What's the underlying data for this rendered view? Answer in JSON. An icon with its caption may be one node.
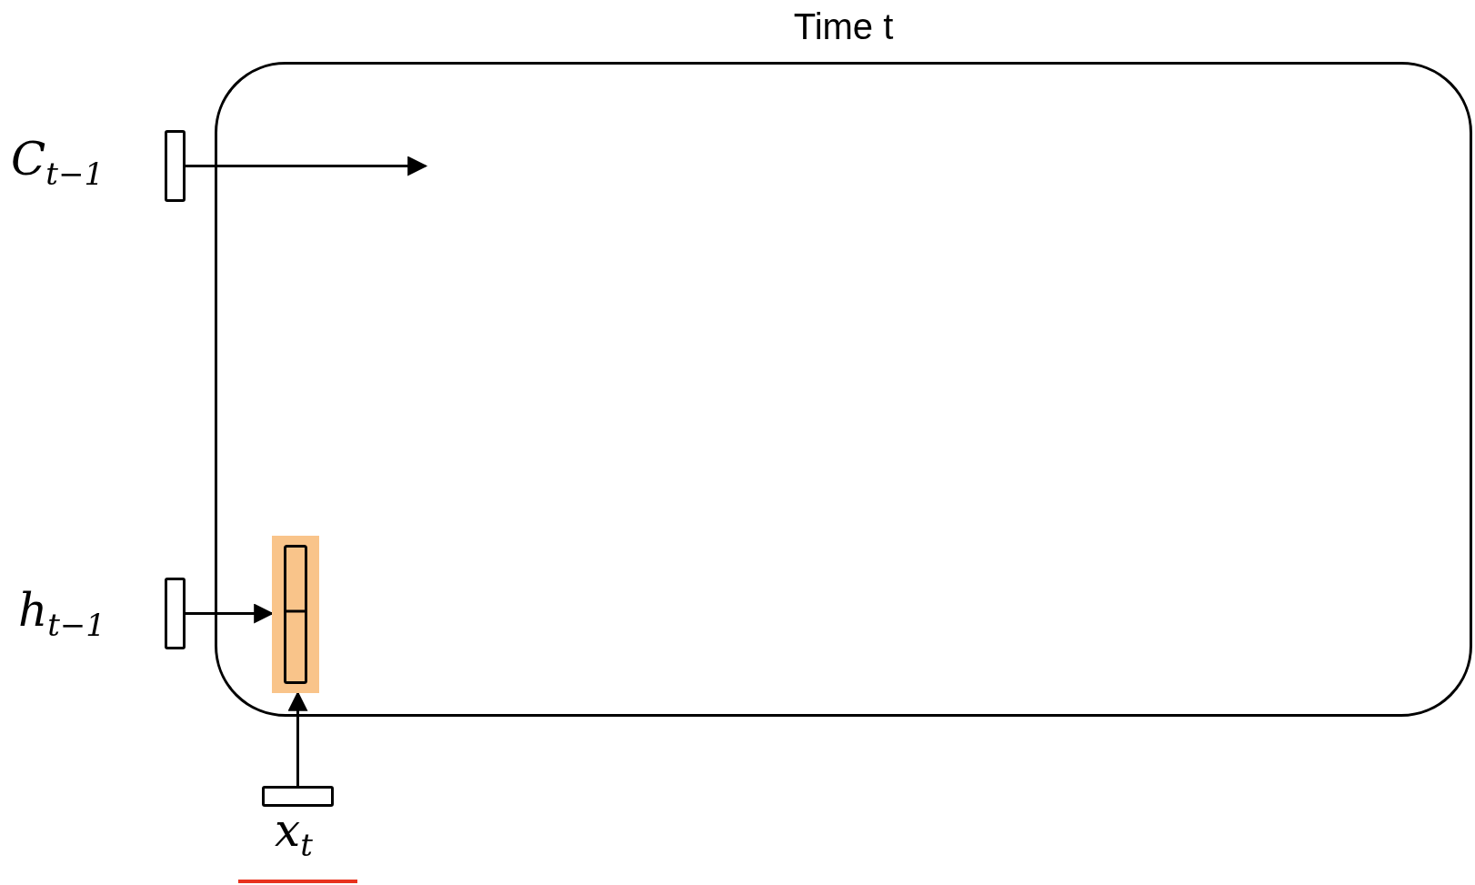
{
  "diagram": {
    "nodes": [
      {
        "text": [
          "Time t"
        ]
      },
      {
        "text": [],
        "shape": "bar",
        "beside": [
          "C$_{t−1}$"
        ]
      },
      {
        "text": [],
        "shape": "bar",
        "beside": [
          "h$_{t−1}$"
        ]
      },
      {
        "text": [],
        "shape": "bar",
        "in": 0
      },
      {
        "text": [],
        "shape": "bar",
        "beside": [
          "x$_{t}$"
        ]
      }
    ],
    "edges": [
      {
        "from": 1,
        "to": null,
        "arrow": "to"
      },
      {
        "from": 2,
        "to": 3,
        "arrow": "to"
      },
      {
        "from": 4,
        "to": 3,
        "arrow": "to"
      }
    ]
  }
}
